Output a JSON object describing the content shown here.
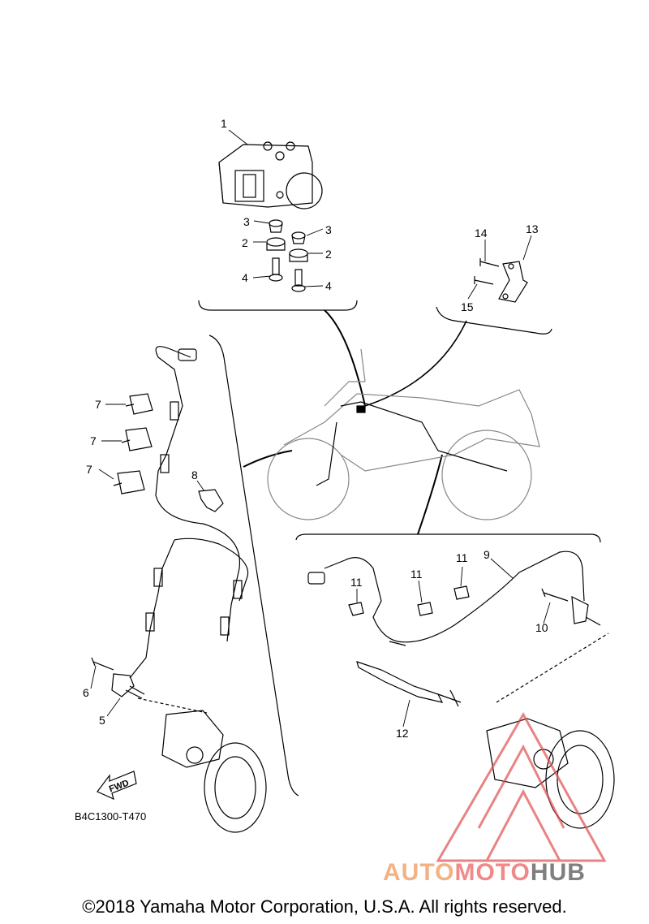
{
  "callouts": [
    "1",
    "2",
    "2",
    "3",
    "3",
    "4",
    "4",
    "5",
    "6",
    "7",
    "7",
    "7",
    "8",
    "9",
    "10",
    "11",
    "11",
    "11",
    "12",
    "13",
    "14",
    "15"
  ],
  "fwd_label": "FWD",
  "diagram_code": "B4C1300-T470",
  "watermark": {
    "part1": "AUTO",
    "part2": "MOTO",
    "part3": "HUB"
  },
  "copyright": "©2018 Yamaha Motor Corporation, U.S.A. All rights reserved.",
  "colors": {
    "line": "#000000",
    "watermark_triangle": "#e05050",
    "watermark_auto": "#f4b183",
    "watermark_moto": "#f08a8a",
    "watermark_hub": "#7f7f7f"
  }
}
